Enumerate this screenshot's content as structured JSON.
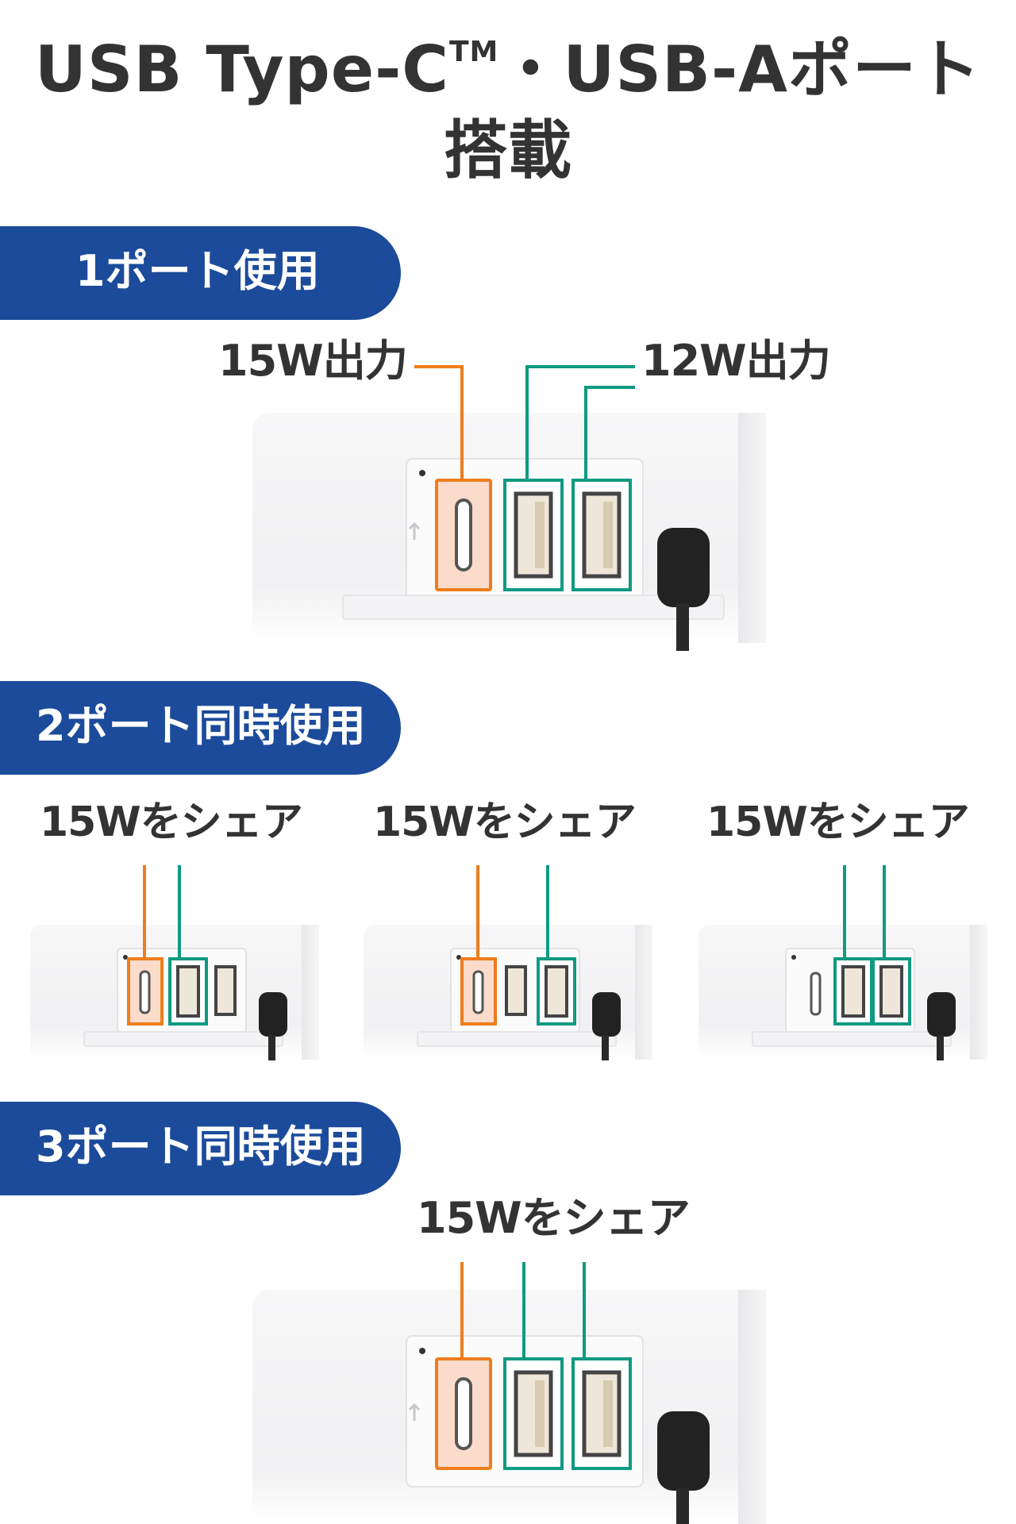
{
  "title": {
    "line1": "USB Type-C",
    "trademark": "TM",
    "line1_rest": "・USB-Aポート",
    "line2": "搭載"
  },
  "sections": [
    {
      "label": "1ポート使用"
    },
    {
      "label": "2ポート同時使用"
    },
    {
      "label": "3ポート同時使用"
    }
  ],
  "captions": {
    "one_port_typec": "15W出力",
    "one_port_usba": "12W出力",
    "two_port_a": "15Wをシェア",
    "two_port_b": "15Wをシェア",
    "two_port_c": "15Wをシェア",
    "three_port": "15Wをシェア"
  },
  "colors": {
    "section_bg": "#1c4b9b",
    "typec_highlight": "#ef7d1d",
    "usba_highlight": "#0f9a82",
    "text": "#333333"
  }
}
